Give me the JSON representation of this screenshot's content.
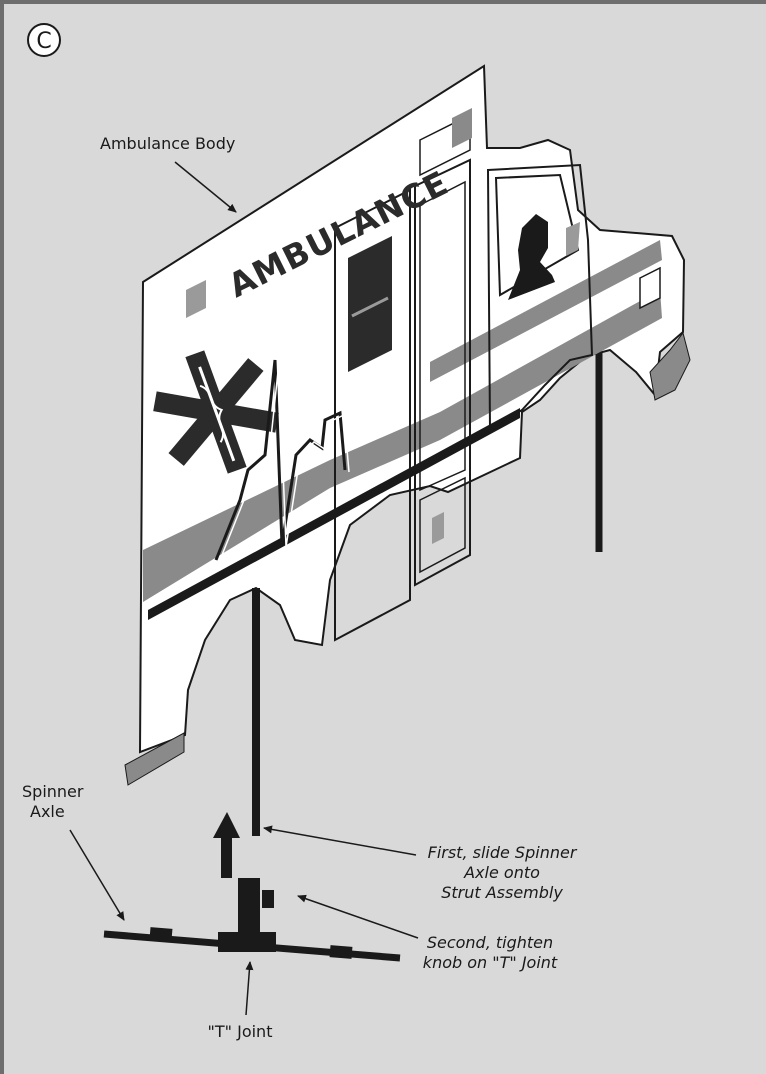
{
  "panel": {
    "badge": "C",
    "vehicle_lettering": "AMBULANCE"
  },
  "labels": {
    "ambulance_body": "Ambulance Body",
    "spinner_axle_line1": "Spinner",
    "spinner_axle_line2": "Axle",
    "t_joint": "\"T\" Joint"
  },
  "steps": {
    "first_line1": "First, slide Spinner",
    "first_line2": "Axle onto",
    "first_line3": "Strut Assembly",
    "second_line1": "Second, tighten",
    "second_line2": "knob on \"T\" Joint"
  },
  "colors": {
    "background": "#d9d9d9",
    "ink": "#1a1a1a",
    "stripe": "#7a7a7a",
    "body": "#ffffff"
  }
}
